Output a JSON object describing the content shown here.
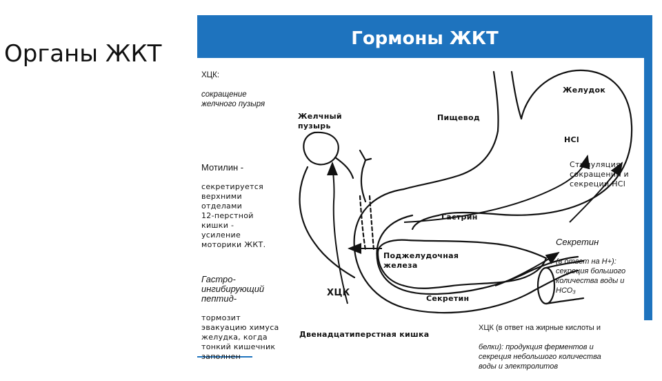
{
  "slide_title": "Органы ЖКТ",
  "panel_title": "Гормоны ЖКТ",
  "hormones": {
    "cck_top": {
      "name": "ХЦК:",
      "effect": "сокращение\nжелчного пузыря"
    },
    "motilin": {
      "name": "Мотилин -",
      "effect": "секретируется\nверхними\nотделами\n12-перстной\nкишки -\nусиление\nмоторики ЖКТ."
    },
    "gip": {
      "name": "Гастро-\nингибирующий\nпептид-",
      "effect": "тормозит\nэвакуацию химуса\nжелудка, когда\nтонкий кишечник\nзаполнен"
    },
    "gastrin_effect": "Стимуляция\nсокращений и\nсекреции HCl",
    "secretin": {
      "name": "Секретин",
      "effect": "(в ответ на Н+):\nсекреция большого\nколичества воды и\nНСО₃"
    },
    "cck_bottom": {
      "name": "ХЦК  (в ответ на жирные кислоты и",
      "effect": "белки):  продукция ферментов и\nсекреция небольшого количества\nводы и электролитов"
    }
  },
  "organs": {
    "gallbladder": "Желчный\nпузырь",
    "esophagus": "Пищевод",
    "stomach": "Желудок",
    "hcl": "HCl",
    "gastrin": "Гастрин",
    "pancreas": "Поджелудочная\nжелеза",
    "cck_arrow": "ХЦК",
    "secretin_arrow": "Секретин",
    "duodenum": "Двенадцатиперстная кишка"
  }
}
